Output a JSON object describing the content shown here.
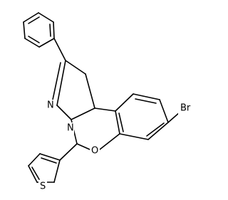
{
  "molecule": {
    "atoms": {
      "br": "Br",
      "n1": "N",
      "n2": "N",
      "o": "O",
      "s": "S"
    },
    "colors": {
      "bond": "#000000",
      "background": "#ffffff"
    }
  }
}
